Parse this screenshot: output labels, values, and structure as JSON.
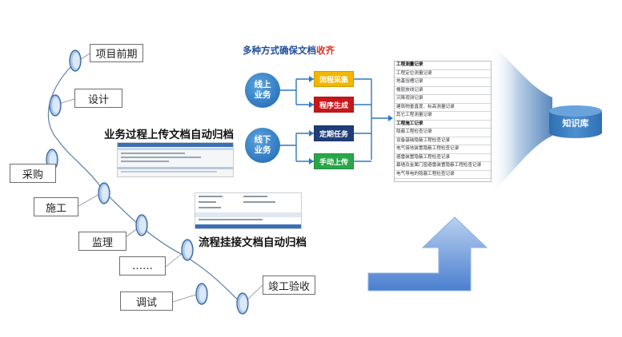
{
  "stages": [
    {
      "id": "project-pre",
      "label": "项目前期"
    },
    {
      "id": "design",
      "label": "设计"
    },
    {
      "id": "procurement",
      "label": "采购"
    },
    {
      "id": "construction",
      "label": "施工"
    },
    {
      "id": "supervision",
      "label": "监理"
    },
    {
      "id": "ellipsis",
      "label": "……"
    },
    {
      "id": "commissioning",
      "label": "调试"
    },
    {
      "id": "acceptance",
      "label": "竣工验收"
    }
  ],
  "captions": {
    "business_upload": "业务过程上传文档自动归档",
    "process_attach": "流程挂接文档自动归档"
  },
  "center": {
    "title_prefix": "多种方式确保文档",
    "title_accent": "收齐",
    "online": {
      "line1": "线上",
      "line2": "业务"
    },
    "offline": {
      "line1": "线下",
      "line2": "业务"
    },
    "methods": [
      {
        "label": "流程采集",
        "color": "#f2b600"
      },
      {
        "label": "程序生成",
        "color": "#c9161b"
      },
      {
        "label": "定期任务",
        "color": "#1f3e79"
      },
      {
        "label": "手动上传",
        "color": "#2aa64a"
      }
    ]
  },
  "records": {
    "rows": [
      {
        "text": "工程测量记录",
        "head": true
      },
      {
        "text": "工程定位测量记录",
        "head": false
      },
      {
        "text": "地基验槽记录",
        "head": false
      },
      {
        "text": "楼层放线记录",
        "head": false
      },
      {
        "text": "沉降观测记录",
        "head": false
      },
      {
        "text": "建筑物垂直度、标高测量记录",
        "head": false
      },
      {
        "text": "其它工程测量记录",
        "head": false
      },
      {
        "text": "工程施工记录",
        "head": true
      },
      {
        "text": "隐蔽工程检查记录",
        "head": false
      },
      {
        "text": "设备基础隐蔽工程检查记录",
        "head": false
      },
      {
        "text": "电气接地装置隐蔽工程检查记录",
        "head": false
      },
      {
        "text": "避雷装置隐蔽工程检查记录",
        "head": false
      },
      {
        "text": "幕墙及金属门窗避雷装置隐蔽工程检查记录",
        "head": false
      },
      {
        "text": "电气导电的隐蔽工程检查记录",
        "head": false
      }
    ]
  },
  "knowledge_base": {
    "label": "知识库"
  },
  "colors": {
    "curve": "#5a7fa8",
    "arrow_blue": "#5b86cc",
    "funnel": "#6e9bc9",
    "kb": "#3b7ec4"
  }
}
